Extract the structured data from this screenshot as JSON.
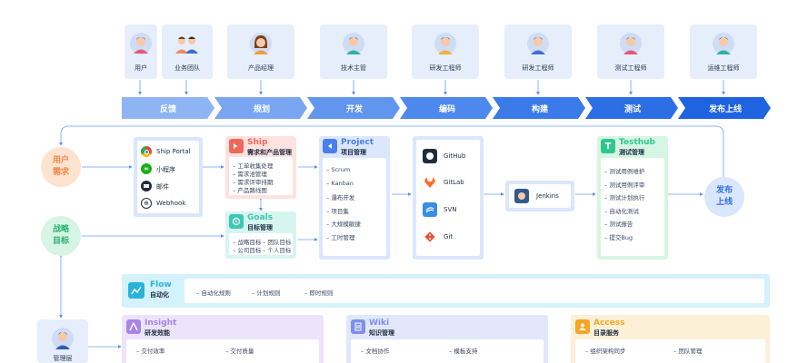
{
  "roles": [
    "用户",
    "业务团队",
    "产品经理",
    "技术主管",
    "研发工程师",
    "研发工程师",
    "测试工程师",
    "运维工程师"
  ],
  "phases": [
    "反馈",
    "规划",
    "开发",
    "编码",
    "构建",
    "测试",
    "发布上线"
  ],
  "circles": {
    "user_demand": "用户\n需求",
    "strategy": "战略\n目标",
    "release": "发布\n上线"
  },
  "integrations": [
    "Ship Portal",
    "小程序",
    "邮件",
    "Webhook"
  ],
  "ship": {
    "title": "Ship",
    "subtitle": "需求和产品管理",
    "items": [
      "工单收集处理",
      "需求池管理",
      "需求评审排期",
      "产品路线图"
    ]
  },
  "goals": {
    "title": "Goals",
    "subtitle": "目标管理",
    "items": [
      "战略目标",
      "团队目标",
      "公司目标",
      "个人目标"
    ]
  },
  "project": {
    "title": "Project",
    "subtitle": "项目管理",
    "items": [
      "Scrum",
      "Kanban",
      "瀑布开发",
      "项目集",
      "大规模敏捷",
      "工时管理"
    ]
  },
  "scm": [
    "GitHub",
    "GitLab",
    "SVN",
    "Git"
  ],
  "ci": "Jenkins",
  "testhub": {
    "title": "Testhub",
    "subtitle": "测试管理",
    "items": [
      "测试用例维护",
      "测试用例评审",
      "测试计划执行",
      "自动化测试",
      "测试报告",
      "提交Bug"
    ]
  },
  "flow": {
    "title": "Flow",
    "subtitle": "自动化",
    "items": [
      "自动化规则",
      "计划规则",
      "即时规则"
    ]
  },
  "management": "管理层",
  "insight": {
    "title": "Insight",
    "subtitle": "研发效能",
    "items": [
      "交付效率",
      "交付质量"
    ]
  },
  "wiki": {
    "title": "Wiki",
    "subtitle": "知识管理",
    "items": [
      "文档协作",
      "模板支持"
    ]
  },
  "access": {
    "title": "Access",
    "subtitle": "目录服务",
    "items": [
      "组织架构同步",
      "团队管理"
    ]
  },
  "colors": {
    "primary": "#2f6fe4",
    "ship": "#f0685a",
    "goals": "#3cc9b3",
    "project": "#4a7ff0",
    "testhub": "#2dc78f",
    "flow": "#2ab3d9",
    "insight": "#a883e8",
    "wiki": "#7d8ff0",
    "access": "#f5a623"
  }
}
